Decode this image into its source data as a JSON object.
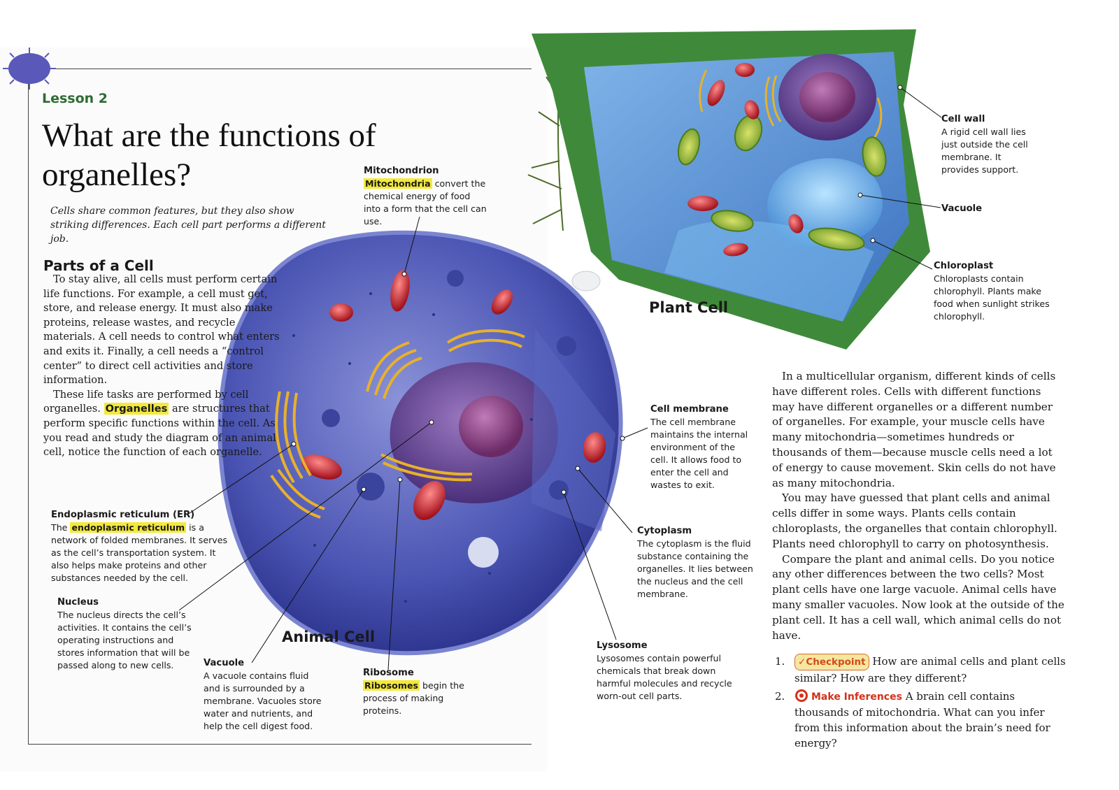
{
  "lesson_label": "Lesson 2",
  "title": "What are the functions of organelles?",
  "intro": "Cells share common features, but they also show striking differences. Each cell part performs a different job.",
  "section_heading": "Parts of a Cell",
  "parts_paragraph_1": "To stay alive, all cells must perform certain life functions. For example, a cell must get, store, and release energy. It must also make proteins, release wastes, and recycle materials. A cell needs to control what enters and exits it. Finally, a cell needs a “control center” to direct cell activities and store information.",
  "parts_paragraph_2": {
    "before": "These life tasks are performed by cell organelles. ",
    "term": "Organelles",
    "after": " are structures that perform specific functions within the cell. As you read and study the diagram of an animal cell, notice the function of each organelle."
  },
  "animal_cell_title": "Animal Cell",
  "plant_cell_title": "Plant Cell",
  "callouts": {
    "mitochondrion": {
      "heading": "Mitochondrion",
      "term": "Mitochondria",
      "text": " convert the chemical energy of food into a form that the cell can use."
    },
    "er": {
      "heading": "Endoplasmic reticulum (ER)",
      "before": "The ",
      "term": "endoplasmic reticulum",
      "text": " is a network of folded membranes. It serves as the cell’s transportation system. It also helps make proteins and other substances needed by the cell."
    },
    "nucleus": {
      "heading": "Nucleus",
      "text": "The nucleus directs the cell’s activities. It contains the cell’s operating instructions and stores information that will be passed along to new cells."
    },
    "vacuole_animal": {
      "heading": "Vacuole",
      "text": "A vacuole contains fluid and is surrounded by a membrane. Vacuoles store water and nutrients, and help the cell digest food."
    },
    "ribosome": {
      "heading": "Ribosome",
      "term": "Ribosomes",
      "text": " begin the process of making proteins."
    },
    "lysosome": {
      "heading": "Lysosome",
      "text": "Lysosomes contain powerful chemicals that break down harmful molecules and recycle worn-out cell parts."
    },
    "cytoplasm": {
      "heading": "Cytoplasm",
      "text": "The cytoplasm is the fluid substance containing the organelles. It lies between the nucleus and the cell membrane."
    },
    "cell_membrane": {
      "heading": "Cell membrane",
      "text": "The cell membrane maintains the internal environment of the cell. It allows food to enter the cell and wastes to exit."
    },
    "cell_wall": {
      "heading": "Cell wall",
      "text": "A rigid cell wall lies just outside the cell membrane. It provides support."
    },
    "vacuole_plant": {
      "heading": "Vacuole"
    },
    "chloroplast": {
      "heading": "Chloroplast",
      "text": "Chloroplasts contain chlorophyll. Plants make food when sunlight strikes chlorophyll."
    }
  },
  "right_paragraph_1": "In a multicellular organism, different kinds of cells have different roles. Cells with different functions may have different organelles or a different number of organelles. For example, your muscle cells have many mitochondria—sometimes hundreds or thousands of them—because muscle cells need a lot of energy to cause movement. Skin cells do not have as many mitochondria.",
  "right_paragraph_2": "You may have guessed that plant cells and animal cells differ in some ways. Plants cells contain chloroplasts, the organelles that contain chlorophyll. Plants need chlorophyll to carry on photosynthesis.",
  "right_paragraph_3": "Compare the plant and animal cells. Do you notice any other differences between the two cells? Most plant cells have one large vacuole. Animal cells have many smaller vacuoles. Now look at the outside of the plant cell. It has a cell wall, which animal cells do not have.",
  "questions": [
    {
      "number": "1.",
      "tag": "Checkpoint",
      "text": " How are animal cells and plant cells similar? How are they different?"
    },
    {
      "number": "2.",
      "tag": "Make Inferences",
      "text": " A brain cell contains thousands of mitochondria. What can you infer from this information about the brain’s need for energy?"
    }
  ],
  "colors": {
    "lesson_green": "#2f6b32",
    "highlight": "#f4e93a",
    "animal_cell": "#4a56b0",
    "plant_wall": "#3f8a3a"
  }
}
